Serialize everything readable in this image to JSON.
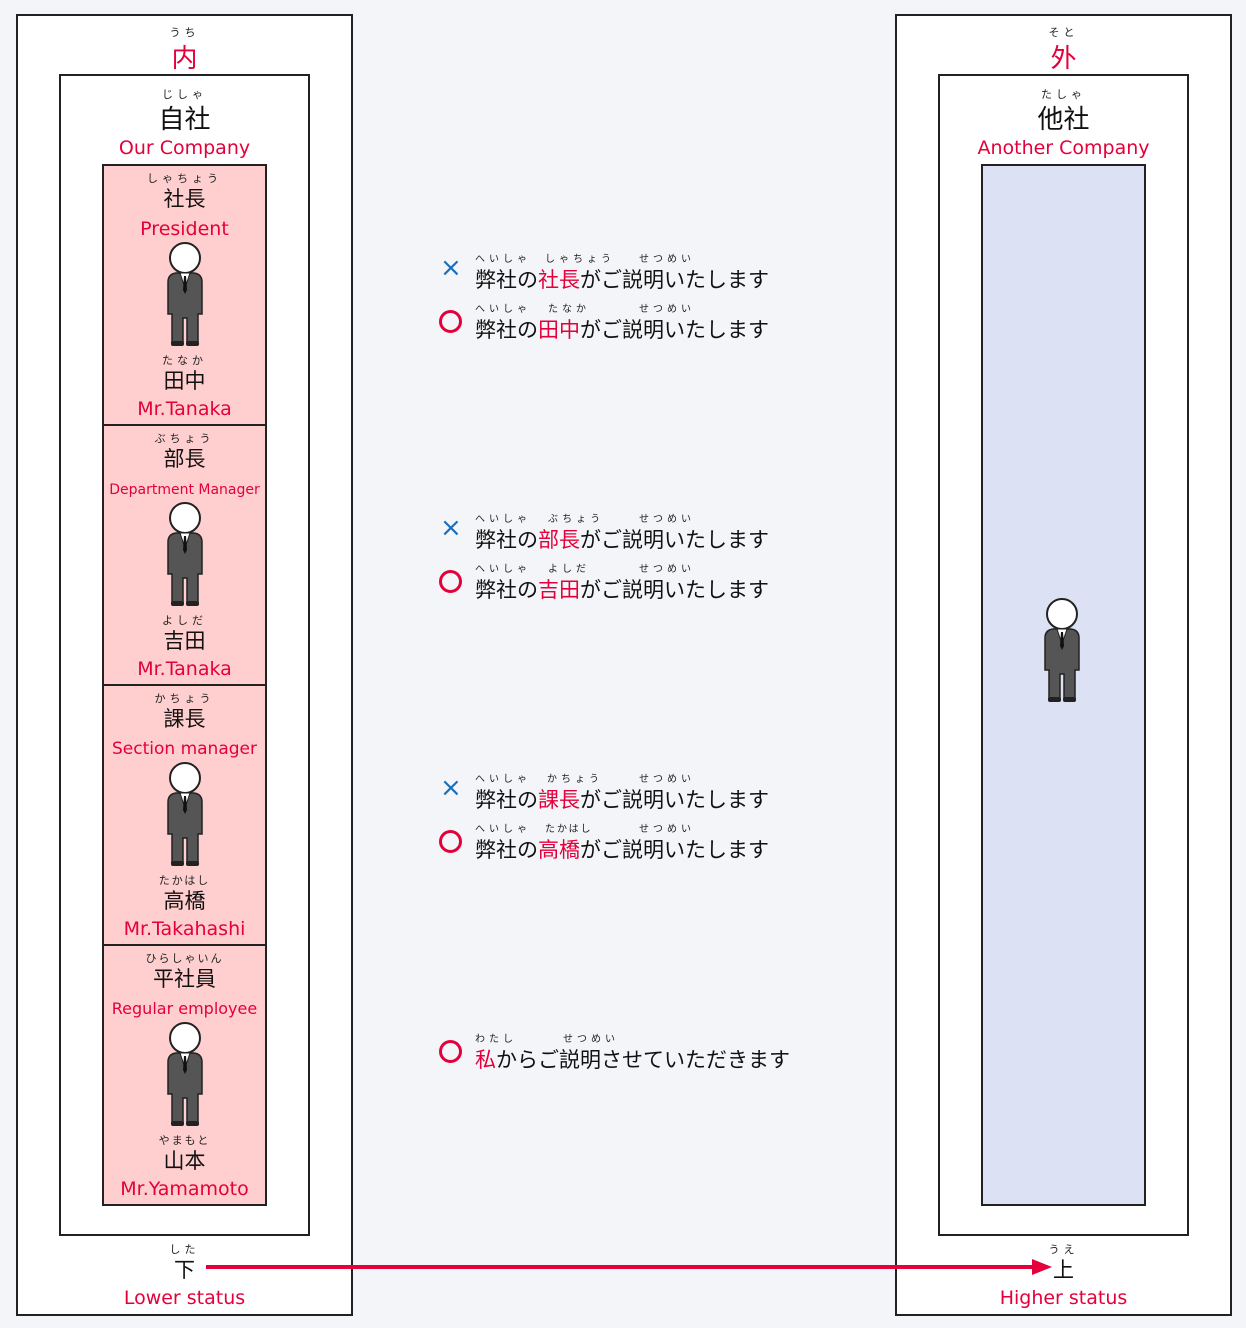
{
  "left": {
    "ruby": "うち",
    "title": "内",
    "company_ruby": "じしゃ",
    "company": "自社",
    "company_en": "Our Company",
    "bottom_ruby": "した",
    "bottom": "下",
    "bottom_en": "Lower status"
  },
  "right": {
    "ruby": "そと",
    "title": "外",
    "company_ruby": "たしゃ",
    "company": "他社",
    "company_en": "Another Company",
    "bottom_ruby": "うえ",
    "bottom": "上",
    "bottom_en": "Higher status"
  },
  "roles": [
    {
      "ruby": "しゃちょう",
      "title": "社長",
      "en": "President",
      "name_ruby": "たなか",
      "name": "田中",
      "name_en": "Mr.Tanaka"
    },
    {
      "ruby": "ぶちょう",
      "title": "部長",
      "en": "Department Manager",
      "name_ruby": "よしだ",
      "name": "吉田",
      "name_en": "Mr.Tanaka"
    },
    {
      "ruby": "かちょう",
      "title": "課長",
      "en": "Section manager",
      "name_ruby": "たかはし",
      "name": "高橋",
      "name_en": "Mr.Takahashi"
    },
    {
      "ruby": "ひらしゃいん",
      "title": "平社員",
      "en": "Regular employee",
      "name_ruby": "やまもと",
      "name": "山本",
      "name_en": "Mr.Yamamoto"
    }
  ],
  "examples": {
    "g1": {
      "wrong": {
        "r1": "へいしゃ",
        "r2": "しゃちょう",
        "r3": "せつめい",
        "a": "弊社の",
        "b": "社長",
        "c": "がご説明いたします"
      },
      "right": {
        "r1": "へいしゃ",
        "r2": "たなか",
        "r3": "せつめい",
        "a": "弊社の",
        "b": "田中",
        "c": "がご説明いたします"
      }
    },
    "g2": {
      "wrong": {
        "r1": "へいしゃ",
        "r2": "ぶちょう",
        "r3": "せつめい",
        "a": "弊社の",
        "b": "部長",
        "c": "がご説明いたします"
      },
      "right": {
        "r1": "へいしゃ",
        "r2": "よしだ",
        "r3": "せつめい",
        "a": "弊社の",
        "b": "吉田",
        "c": "がご説明いたします"
      }
    },
    "g3": {
      "wrong": {
        "r1": "へいしゃ",
        "r2": "かちょう",
        "r3": "せつめい",
        "a": "弊社の",
        "b": "課長",
        "c": "がご説明いたします"
      },
      "right": {
        "r1": "へいしゃ",
        "r2": "たかはし",
        "r3": "せつめい",
        "a": "弊社の",
        "b": "高橋",
        "c": "がご説明いたします"
      }
    },
    "g4": {
      "right": {
        "r1": "わたし",
        "r3": "せつめい",
        "b": "私",
        "c": "からご説明させていただきます"
      }
    }
  },
  "marks": {
    "wrong": "×"
  },
  "colors": {
    "accent": "#e4003a",
    "wrong_mark": "#1a6ebd",
    "role_bg": "#ffcfcf",
    "other_bg": "#dce2f3"
  }
}
